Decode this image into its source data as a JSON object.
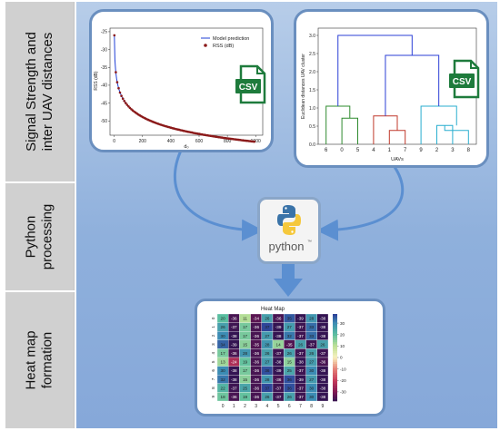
{
  "sections": [
    {
      "label_lines": [
        "Signal Strength and",
        "inter UAV distances"
      ]
    },
    {
      "label_lines": [
        "Python",
        "processing"
      ]
    },
    {
      "label_lines": [
        "Heat map",
        "formation"
      ]
    }
  ],
  "rss_plot": {
    "legend": [
      "Model prediction",
      "RSS (dB)"
    ],
    "ylabel": "RSS (dB)",
    "xlabel": "d₀",
    "xticks": [
      "0",
      "200",
      "400",
      "600",
      "800",
      "1000"
    ],
    "yticks": [
      "-25",
      "-30",
      "-35",
      "-40",
      "-45",
      "-50"
    ],
    "badge": "CSV",
    "colors": {
      "model": "#1f3fd6",
      "points": "#8b1a1a"
    }
  },
  "dendrogram": {
    "ylabel": "Euclidean distances UAV cluster",
    "xlabel": "UAVs",
    "leaves": [
      "6",
      "0",
      "5",
      "4",
      "1",
      "7",
      "9",
      "2",
      "3",
      "8"
    ],
    "yticks": [
      "0.0",
      "0.5",
      "1.0",
      "1.5",
      "2.0",
      "2.5",
      "3.0"
    ],
    "badge": "CSV",
    "colors": {
      "green": "#2e8b2e",
      "red": "#c0392b",
      "cyan": "#29aecf",
      "blue": "#2b3fd6"
    }
  },
  "python_logo": {
    "text": "python",
    "tm": "™"
  },
  "heatmap": {
    "title": "Heat Map",
    "row_labels": [
      "0",
      "1",
      "2",
      "3",
      "4",
      "5",
      "6",
      "7",
      "8",
      "9"
    ],
    "col_labels": [
      "0",
      "1",
      "2",
      "3",
      "4",
      "5",
      "6",
      "7",
      "8",
      "9"
    ],
    "colorbar_ticks": [
      "30",
      "20",
      "10",
      "0",
      "-10",
      "-20",
      "-30"
    ],
    "values": [
      [
        20,
        -36,
        11,
        -34,
        26,
        -36,
        35,
        -39,
        28,
        -38
      ],
      [
        26,
        -37,
        17,
        -36,
        37,
        -39,
        27,
        -37,
        33,
        -38
      ],
      [
        30,
        -38,
        17,
        -36,
        27,
        -38,
        32,
        -37,
        33,
        -38
      ],
      [
        34,
        -39,
        15,
        -35,
        28,
        14,
        -35,
        26,
        -37,
        26
      ],
      [
        17,
        -36,
        28,
        -36,
        26,
        -37,
        26,
        -37,
        26,
        -37
      ],
      [
        13,
        -24,
        19,
        -36,
        27,
        -38,
        15,
        -38,
        27,
        -36
      ],
      [
        30,
        -38,
        17,
        -36,
        36,
        -39,
        25,
        -37,
        30,
        -38
      ],
      [
        32,
        -38,
        15,
        -36,
        28,
        -36,
        36,
        -39,
        27,
        -38
      ],
      [
        22,
        -37,
        25,
        -36,
        37,
        -37,
        36,
        -37,
        30,
        -38
      ],
      [
        18,
        -36,
        19,
        -36,
        26,
        -37,
        26,
        -37,
        30,
        -38
      ]
    ]
  }
}
